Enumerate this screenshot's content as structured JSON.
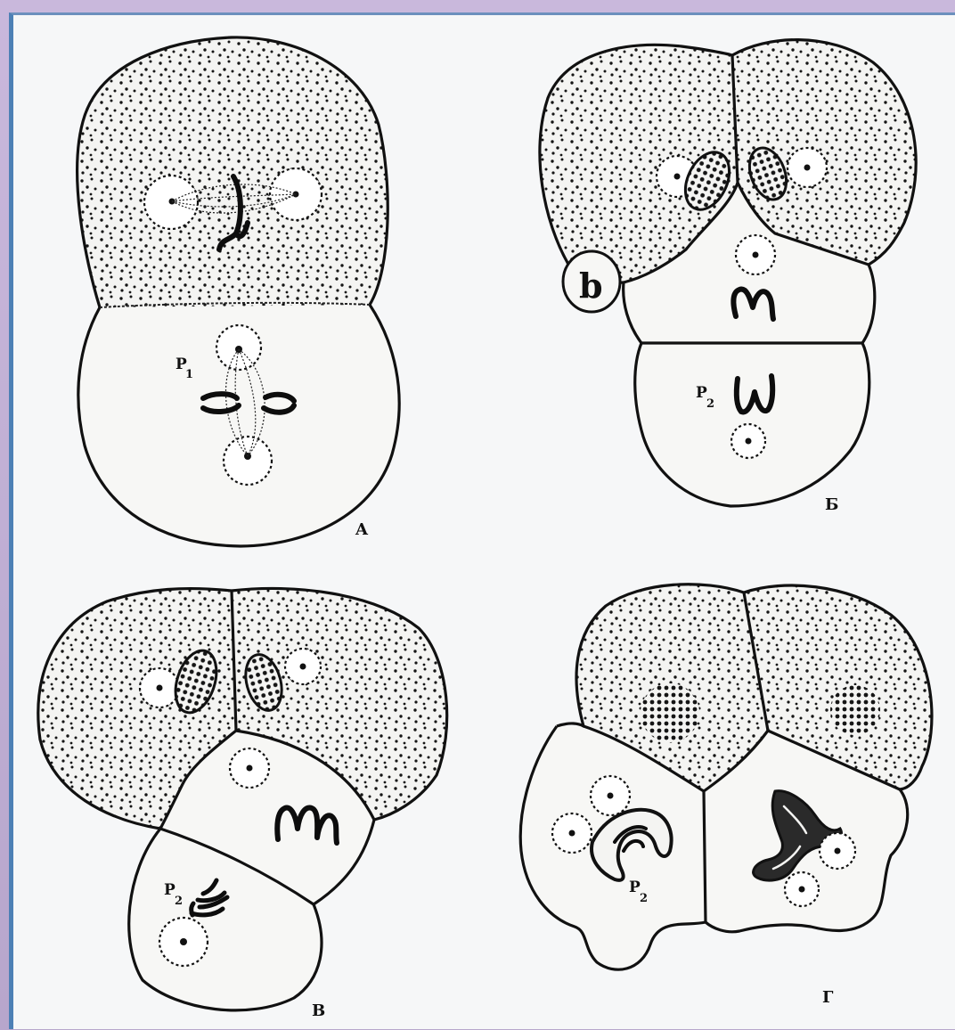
{
  "panels": [
    {
      "letter": "A",
      "cell_label": "P",
      "cell_sub": "1"
    },
    {
      "letter": "Б",
      "cell_label": "P",
      "cell_sub": "2",
      "bud_letter": "b"
    },
    {
      "letter": "В",
      "cell_label": "P",
      "cell_sub": "2"
    },
    {
      "letter": "Г",
      "cell_label": "P",
      "cell_sub": "2"
    }
  ],
  "colors": {
    "ink": "#111111",
    "paper": "#f6f7f8",
    "frame": "#b9a9cf",
    "frame_edge": "#4d80b5"
  }
}
